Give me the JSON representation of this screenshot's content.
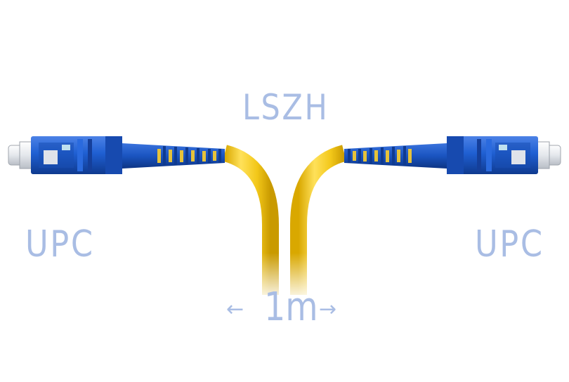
{
  "labels": {
    "cable_type": "LSZH",
    "left_polish": "UPC",
    "right_polish": "UPC",
    "length": "1m",
    "arrow_left": "←",
    "arrow_right": "→"
  },
  "colors": {
    "text": "#a9bde4",
    "connector_body": "#1c57c4",
    "cable_jacket": "#f2c81a",
    "ferrule_cap": "#e6e9ee",
    "background": "#ffffff"
  },
  "objects": {
    "left_connector": "sc-upc-connector",
    "right_connector": "sc-upc-connector",
    "cable": "yellow-patch-cable"
  }
}
